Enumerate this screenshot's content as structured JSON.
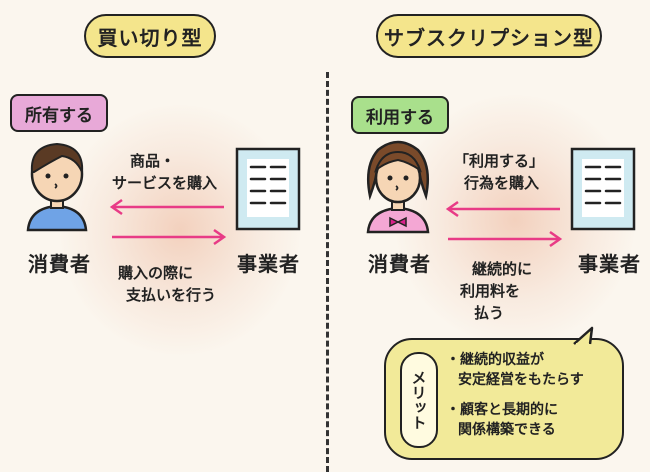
{
  "left": {
    "title": "買い切り型",
    "tag": "所有する",
    "consumer_label": "消費者",
    "business_label": "事業者",
    "top_caption": [
      "商品・",
      "サービスを購入"
    ],
    "bottom_caption": [
      "購入の際に",
      "支払いを行う"
    ]
  },
  "right": {
    "title": "サブスクリプション型",
    "tag": "利用する",
    "consumer_label": "消費者",
    "business_label": "事業者",
    "top_caption": [
      "「利用する」",
      "行為を購入"
    ],
    "bottom_caption": [
      "継続的に",
      "利用料を",
      "払う"
    ],
    "merit": {
      "tag": "メリット",
      "items": [
        "・継続的収益が",
        "安定経営をもたらす",
        "・顧客と長期的に",
        "関係構築できる"
      ]
    }
  },
  "colors": {
    "title_fill": "#f4e58c",
    "tag_left_fill": "#e8a9d8",
    "tag_right_fill": "#a9e08c",
    "arrow": "#e83b86",
    "doc_fill": "#cfeaf1",
    "merit_fill": "#f2ea99",
    "glow": "#ecb296"
  },
  "icons": {
    "document": "document-icon",
    "male": "male-consumer-icon",
    "female": "female-consumer-icon"
  }
}
